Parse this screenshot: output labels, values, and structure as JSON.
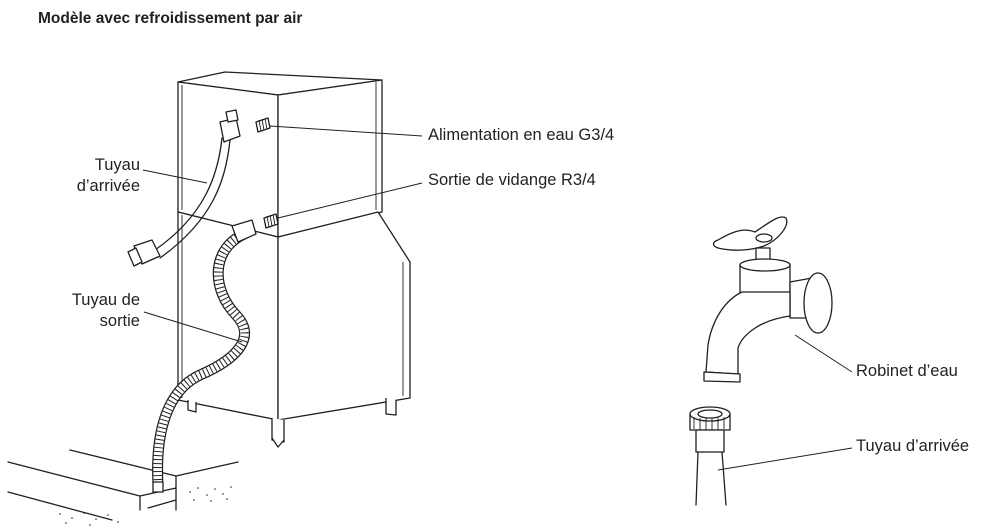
{
  "title": "Modèle avec refroidissement par air",
  "labels": {
    "inlet_hose_left": [
      "Tuyau",
      "d’arrivée"
    ],
    "outlet_hose": [
      "Tuyau de",
      "sortie"
    ],
    "water_supply": "Alimentation en eau G3/4",
    "drain_outlet": "Sortie de vidange R3/4",
    "water_tap": "Robinet d’eau",
    "inlet_hose_right": "Tuyau d’arrivée"
  }
}
